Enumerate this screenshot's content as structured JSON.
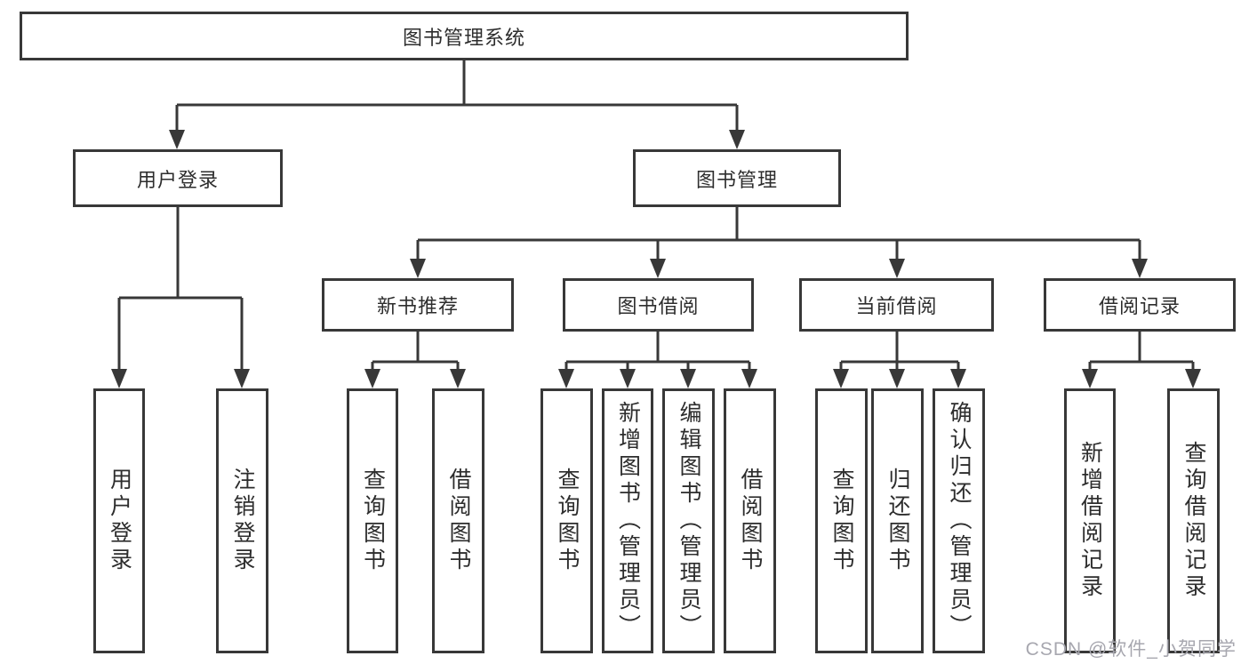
{
  "colors": {
    "line": "#383838",
    "text": "#2d2d2d",
    "watermark": "#a7a7af",
    "background": "#ffffff"
  },
  "tree": {
    "label": "图书管理系统",
    "children": [
      {
        "label": "用户登录",
        "children": [
          {
            "label": "用户登录"
          },
          {
            "label": "注销登录"
          }
        ]
      },
      {
        "label": "图书管理",
        "children": [
          {
            "label": "新书推荐",
            "children": [
              {
                "label": "查询图书"
              },
              {
                "label": "借阅图书"
              }
            ]
          },
          {
            "label": "图书借阅",
            "children": [
              {
                "label": "查询图书"
              },
              {
                "label": "新增图书（管理员）"
              },
              {
                "label": "编辑图书（管理员）"
              },
              {
                "label": "借阅图书"
              }
            ]
          },
          {
            "label": "当前借阅",
            "children": [
              {
                "label": "查询图书"
              },
              {
                "label": "归还图书"
              },
              {
                "label": "确认归还（管理员）"
              }
            ]
          },
          {
            "label": "借阅记录",
            "children": [
              {
                "label": "新增借阅记录"
              },
              {
                "label": "查询借阅记录"
              }
            ]
          }
        ]
      }
    ]
  },
  "watermark": {
    "text": "CSDN @软件_小贺同学"
  }
}
